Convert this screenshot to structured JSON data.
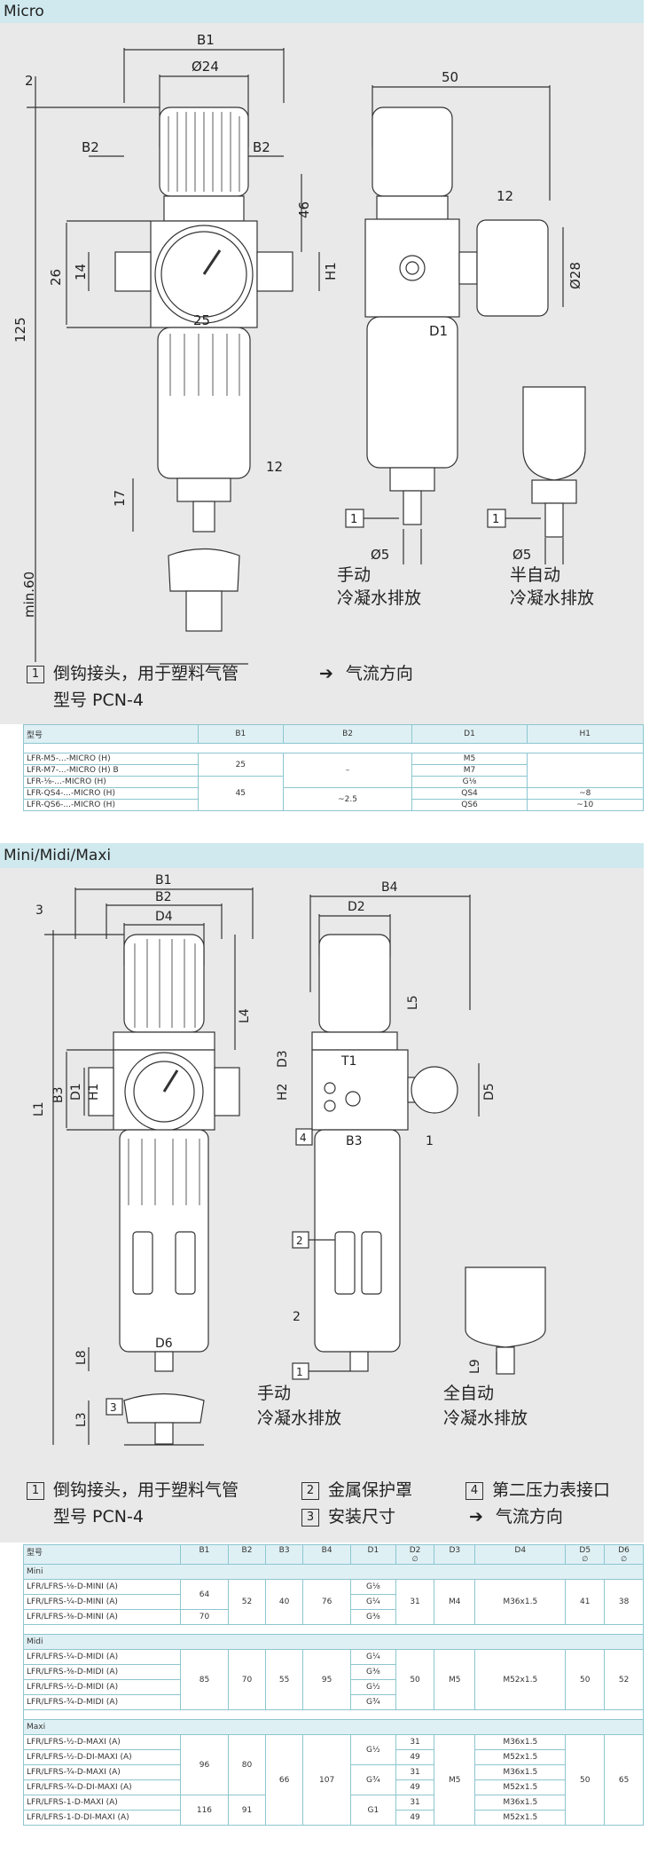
{
  "sections": {
    "micro_title": "Micro",
    "mmm_title": "Mini/Midi/Maxi"
  },
  "micro": {
    "dims": {
      "b1": "B1",
      "d24": "Ø24",
      "b2l": "B2",
      "b2r": "B2",
      "d2": "2",
      "d125": "125",
      "d26": "26",
      "d14": "14",
      "d46": "46",
      "h1": "H1",
      "d25": "25",
      "c12a": "12",
      "d17": "17",
      "min60": "min.60",
      "d50": "50",
      "c12b": "12",
      "d28": "Ø28",
      "d1": "D1",
      "box1a": "1",
      "d5a": "Ø5",
      "box1b": "1",
      "d5b": "Ø5"
    },
    "drain_manual": [
      "手动",
      "冷凝水排放"
    ],
    "drain_semi": [
      "半自动",
      "冷凝水排放"
    ],
    "legend": {
      "item1_num": "1",
      "item1_line1": "倒钩接头，用于塑料气管",
      "item1_line2": "型号 PCN-4",
      "flow": "气流方向"
    },
    "table": {
      "headers": [
        "型号",
        "B1",
        "B2",
        "D1",
        "H1"
      ],
      "rows": [
        {
          "model": "LFR-M5-...-MICRO (H)",
          "d1": "M5"
        },
        {
          "model": "LFR-M7-...-MICRO (H) B",
          "d1": "M7"
        },
        {
          "model": "LFR-⅛-...-MICRO (H)",
          "d1": "G⅛"
        },
        {
          "model": "LFR-QS4-...-MICRO (H)",
          "d1": "QS4"
        },
        {
          "model": "LFR-QS6-...-MICRO (H)",
          "d1": "QS6"
        }
      ],
      "b1_a": "25",
      "b1_b": "45",
      "b2_a": "–",
      "b2_b": "~2.5",
      "h1_a": "~8",
      "h1_b": "~10"
    }
  },
  "mmm": {
    "dims": {
      "b1": "B1",
      "b2": "B2",
      "d4": "D4",
      "three": "3",
      "l4": "L4",
      "b3": "B3",
      "d1": "D1",
      "h1": "H1",
      "l1": "L1",
      "l8": "L8",
      "d6": "D6",
      "l3": "L3",
      "box3": "3",
      "b4": "B4",
      "d2": "D2",
      "l5": "L5",
      "d3": "D3",
      "t1": "T1",
      "h2": "H2",
      "box4": "4",
      "d5": "D5",
      "b3r": "B3",
      "c1": "1",
      "box2": "2",
      "c2": "2",
      "box1": "1",
      "l9": "L9"
    },
    "drain_manual": [
      "手动",
      "冷凝水排放"
    ],
    "drain_full": [
      "全自动",
      "冷凝水排放"
    ],
    "legend": {
      "i1n": "1",
      "i1a": "倒钩接头，用于塑料气管",
      "i1b": "型号 PCN-4",
      "i2n": "2",
      "i2": "金属保护罩",
      "i3n": "3",
      "i3": "安装尺寸",
      "i4n": "4",
      "i4": "第二压力表接口",
      "flow": "气流方向"
    },
    "table": {
      "headers": [
        "型号",
        "B1",
        "B2",
        "B3",
        "B4",
        "D1",
        "D2",
        "D3",
        "D4",
        "D5",
        "D6"
      ],
      "sub": "∅",
      "mini": {
        "label": "Mini",
        "models": [
          "LFR/LFRS-⅛-D-MINI (A)",
          "LFR/LFRS-¼-D-MINI (A)",
          "LFR/LFRS-⅜-D-MINI (A)"
        ],
        "d1": [
          "G⅛",
          "G¼",
          "G⅜"
        ],
        "b1a": "64",
        "b1b": "70",
        "b2": "52",
        "b3": "40",
        "b4": "76",
        "d2": "31",
        "d3": "M4",
        "d4": "M36x1.5",
        "d5": "41",
        "d6": "38"
      },
      "midi": {
        "label": "Midi",
        "models": [
          "LFR/LFRS-¼-D-MIDI (A)",
          "LFR/LFRS-⅜-D-MIDI (A)",
          "LFR/LFRS-½-D-MIDI (A)",
          "LFR/LFRS-¾-D-MIDI (A)"
        ],
        "d1": [
          "G¼",
          "G⅜",
          "G½",
          "G¾"
        ],
        "b1": "85",
        "b2": "70",
        "b3": "55",
        "b4": "95",
        "d2": "50",
        "d3": "M5",
        "d4": "M52x1.5",
        "d5": "50",
        "d6": "52"
      },
      "maxi": {
        "label": "Maxi",
        "models": [
          "LFR/LFRS-½-D-MAXI (A)",
          "LFR/LFRS-½-D-DI-MAXI (A)",
          "LFR/LFRS-¾-D-MAXI (A)",
          "LFR/LFRS-¾-D-DI-MAXI (A)",
          "LFR/LFRS-1-D-MAXI (A)",
          "LFR/LFRS-1-D-DI-MAXI (A)"
        ],
        "d2": [
          "31",
          "49",
          "31",
          "49",
          "31",
          "49"
        ],
        "d4": [
          "M36x1.5",
          "M52x1.5",
          "M36x1.5",
          "M52x1.5",
          "M36x1.5",
          "M52x1.5"
        ],
        "b1a": "96",
        "b1b": "116",
        "b2a": "80",
        "b2b": "91",
        "b3": "66",
        "b4": "107",
        "d1a": "G½",
        "d1b": "G¾",
        "d1c": "G1",
        "d3": "M5",
        "d5": "50",
        "d6": "65"
      }
    }
  }
}
